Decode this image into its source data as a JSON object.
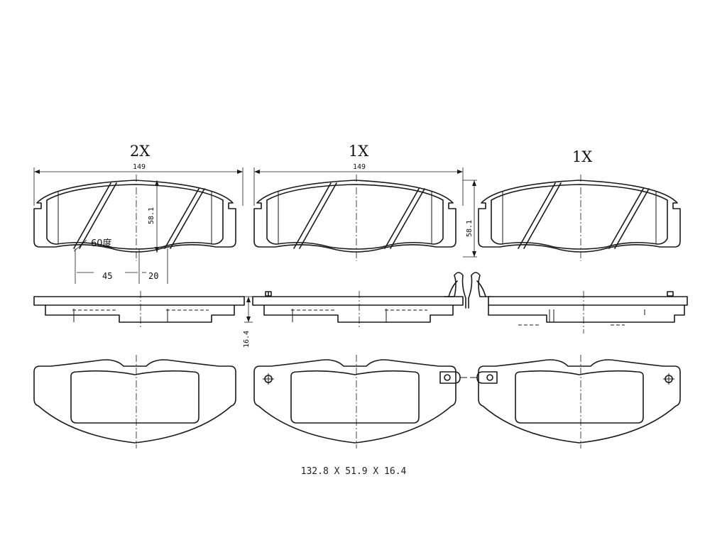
{
  "pads": [
    {
      "quantity": "2X"
    },
    {
      "quantity": "1X"
    },
    {
      "quantity": "1X"
    }
  ],
  "dimensions": {
    "width_left": "149",
    "width_middle": "149",
    "height_left": "58.1",
    "height_right": "58.1",
    "slot_angle": "60度",
    "slot_offset": "45",
    "slot_spacing": "20",
    "thickness": "16.4"
  },
  "overall_size": "132.8 X 51.9 X 16.4"
}
